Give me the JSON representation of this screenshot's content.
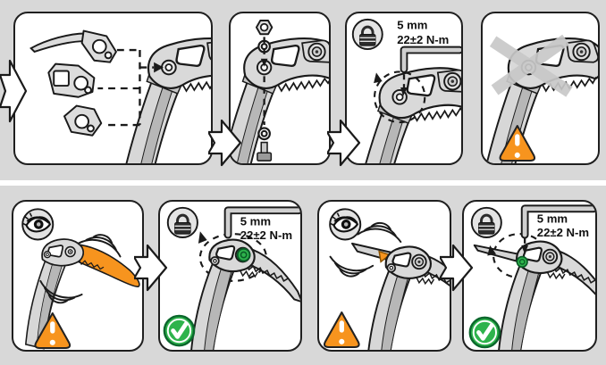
{
  "colors": {
    "band_gray": "#d8d8d8",
    "panel_border": "#1f1f1f",
    "tool_light": "#d7d7d7",
    "tool_mid": "#b7b7b7",
    "orange_accent": "#f7941e",
    "green_ok": "#2eb34c",
    "cross_gray": "#c8c8c8"
  },
  "torque": {
    "size": "5 mm",
    "value": "22±2 N-m"
  },
  "rows": [
    {
      "name": "pick-installation",
      "panels": [
        {
          "name": "pick-options",
          "icons": [
            "flow-arrow-in"
          ]
        },
        {
          "name": "bolt-washer-assembly",
          "icons": []
        },
        {
          "name": "tightening-torque",
          "size_label": "5 mm",
          "torque_label": "22±2 N-m",
          "icons": [
            "lock-icon",
            "allen-key-icon"
          ]
        },
        {
          "name": "no-pick-prohibited",
          "icons": [
            "cross-icon",
            "warning-icon"
          ]
        }
      ]
    },
    {
      "name": "play-check-and-retighten",
      "panels": [
        {
          "name": "check-pick-play",
          "icons": [
            "eye-icon",
            "warning-icon"
          ]
        },
        {
          "name": "retighten-pick",
          "size_label": "5 mm",
          "torque_label": "22±2 N-m",
          "icons": [
            "lock-icon",
            "allen-key-icon",
            "ok-icon"
          ]
        },
        {
          "name": "check-accessory-play",
          "icons": [
            "eye-icon",
            "warning-icon"
          ]
        },
        {
          "name": "retighten-accessory",
          "size_label": "5 mm",
          "torque_label": "22±2 N-m",
          "icons": [
            "lock-icon",
            "allen-key-icon",
            "ok-icon"
          ]
        }
      ]
    }
  ]
}
